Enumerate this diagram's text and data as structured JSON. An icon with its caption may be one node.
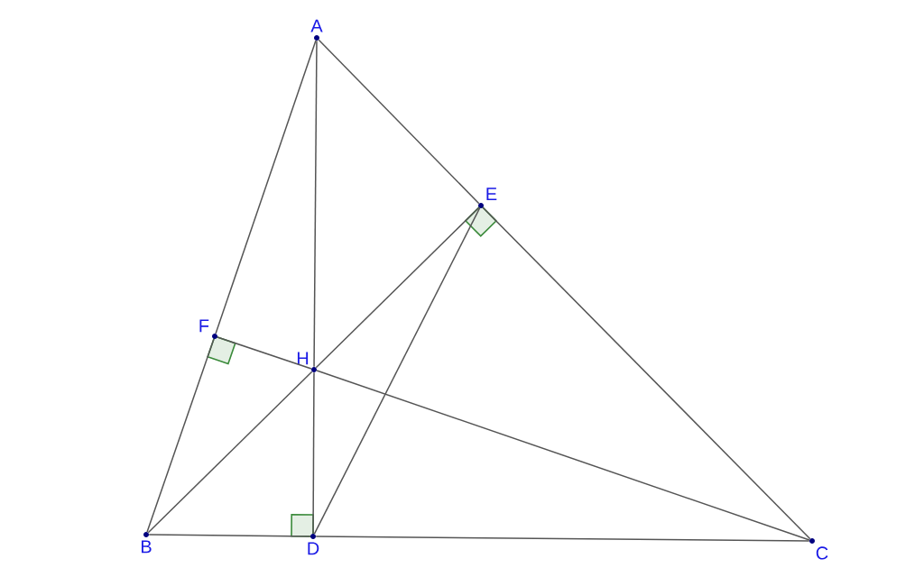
{
  "diagram": {
    "nodes": [
      {
        "text": [
          "A"
        ]
      },
      {
        "text": [
          "E"
        ]
      },
      {
        "text": [
          "F"
        ]
      },
      {
        "text": [
          "H"
        ]
      },
      {
        "text": [
          "B"
        ]
      },
      {
        "text": [
          "D"
        ]
      },
      {
        "text": [
          "C"
        ]
      }
    ],
    "edges": [
      {
        "from": 0,
        "to": 2,
        "arrow": "none"
      },
      {
        "from": 2,
        "to": 4,
        "arrow": "none"
      },
      {
        "from": 0,
        "to": 1,
        "arrow": "none"
      },
      {
        "from": 1,
        "to": 6,
        "arrow": "none"
      },
      {
        "from": 4,
        "to": 5,
        "arrow": "none"
      },
      {
        "from": 5,
        "to": 6,
        "arrow": "none"
      },
      {
        "from": 0,
        "to": 3,
        "arrow": "none"
      },
      {
        "from": 3,
        "to": 5,
        "arrow": "none"
      },
      {
        "from": 4,
        "to": 3,
        "arrow": "none"
      },
      {
        "from": 3,
        "to": 1,
        "arrow": "none"
      },
      {
        "from": 6,
        "to": 3,
        "arrow": "none"
      },
      {
        "from": 3,
        "to": 2,
        "arrow": "none"
      },
      {
        "from": 5,
        "to": 1,
        "arrow": "none"
      }
    ]
  }
}
